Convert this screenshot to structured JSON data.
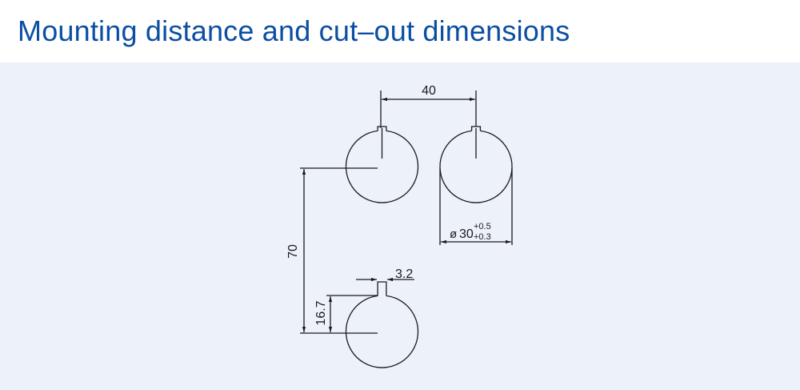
{
  "header": {
    "title": "Mounting distance and cut–out dimensions"
  },
  "dimensions": {
    "spacing_horizontal": "40",
    "spacing_vertical": "70",
    "diameter_symbol": "ø",
    "diameter_nominal": "30",
    "diameter_tol_upper": "+0.5",
    "diameter_tol_lower": "+0.3",
    "key_width": "3.2",
    "key_height": "16.7"
  },
  "colors": {
    "title": "#0b4ea2",
    "panel": "#edf2fa",
    "line": "#1a1a1a"
  }
}
